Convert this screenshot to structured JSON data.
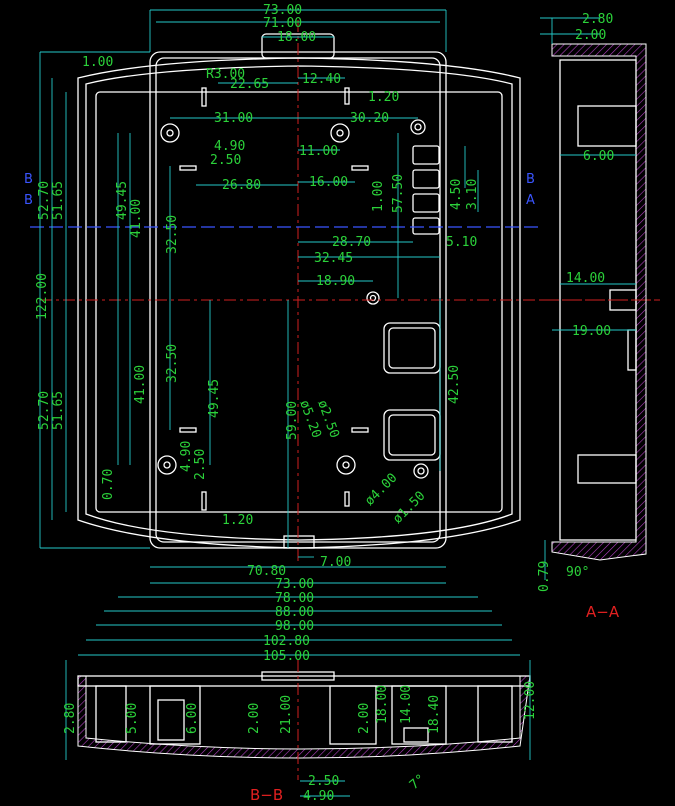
{
  "drawing": {
    "section_AA": "A−A",
    "section_BB": "B−B",
    "marker_A": "A",
    "marker_B": "B"
  },
  "dimensions": {
    "top_73": "73.00",
    "top_71": "71.00",
    "top_18": "18.00",
    "left_1": "1.00",
    "r3": "R3.00",
    "d22_65": "22.65",
    "d12_40": "12.40",
    "d1_20_top": "1.20",
    "d31": "31.00",
    "d30_20": "30.20",
    "d4_90_top": "4.90",
    "d2_50_top": "2.50",
    "d11": "11.00",
    "d26_80": "26.80",
    "d16": "16.00",
    "d1_00_v": "1.00",
    "d57_50": "57.50",
    "d4_50": "4.50",
    "d3_10": "3.10",
    "d52_70_top": "52.70",
    "d51_65_top": "51.65",
    "d49_45_top": "49.45",
    "d41_top": "41.00",
    "d32_50_top": "32.50",
    "d28_70": "28.70",
    "d5_10": "5.10",
    "d32_45": "32.45",
    "d122": "122.00",
    "d18_90": "18.90",
    "d32_50_bot": "32.50",
    "d41_bot": "41.00",
    "d49_45_bot": "49.45",
    "d52_70_bot": "52.70",
    "d51_65_bot": "51.65",
    "d42_50": "42.50",
    "d59": "59.00",
    "phi5": "ø5.20",
    "phi2_50": "ø2.50",
    "d4_90_bot": "4.90",
    "d2_50_bot": "2.50",
    "d0_70": "0.70",
    "d1_20_bot": "1.20",
    "phi4": "ø4.00",
    "phi1_50": "ø1.50",
    "d7": "7.00",
    "d70_80": "70.80",
    "d73_bot": "73.00",
    "d78": "78.00",
    "d88": "88.00",
    "d98": "98.00",
    "d102_80": "102.80",
    "d105": "105.00",
    "aa_2_80": "2.80",
    "aa_2_00": "2.00",
    "aa_6_00": "6.00",
    "aa_14_00": "14.00",
    "aa_19_00": "19.00",
    "aa_0_79": "0.79",
    "aa_90": "90°",
    "bb_2_80": "2.80",
    "bb_5_00": "5.00",
    "bb_6_00": "6.00",
    "bb_2_00": "2.00",
    "bb_21_00": "21.00",
    "bb_2_00b": "2.00",
    "bb_18_00": "18.00",
    "bb_14_00": "14.00",
    "bb_18_40": "18.40",
    "bb_12_00": "12.00",
    "bb_2_50": "2.50",
    "bb_4_90": "4.90",
    "bb_7deg": "7°"
  }
}
